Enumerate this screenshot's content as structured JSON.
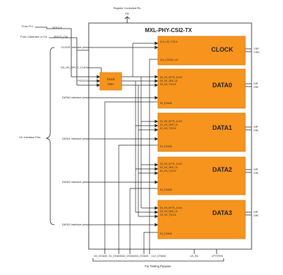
{
  "top_label": "Register Controlled Pin",
  "pd_label": "PD",
  "title": "MXL-PHY-CSI2-TX",
  "left_labels": {
    "from_pll": "From PLL",
    "from_cal": "From Calibrator or CIL",
    "bitclk": "BITCLK",
    "rout_cal": "ROUT_CAL",
    "clock_if": "CLOCK interface pins",
    "d0_hs_split": "D0_HS_SPLIT_CLKS",
    "pdckg": "PDCKG",
    "data0_if": "DATA0 interface pins",
    "cil_if": "CIL Interface Pins",
    "data1_if": "DATA1 interface pins",
    "data2_if": "DATA2 interface pins",
    "data3_if": "DATA3 interface pins"
  },
  "clock_gen": {
    "line1": "Clock",
    "line2": "Gen"
  },
  "blocks": [
    {
      "title": "CLOCK",
      "sigs": [
        "CLK_HS_TXCLK",
        "CLK_DTANG_SS"
      ],
      "out": [
        "CKP",
        "CKN"
      ]
    },
    {
      "title": "DATA0",
      "sigs": [
        "D0_HS_BYTE_CLKS",
        "D0_HS_SER_LD",
        "D0_HS_TXCLK",
        "D0_DTANG"
      ],
      "out": [
        "DIP",
        "DIN"
      ]
    },
    {
      "title": "DATA1",
      "sigs": [
        "D1_HS_BYTE_CLKS",
        "D1_HS_SER_LD",
        "D1_HS_TXCLK",
        "D1_DTANG"
      ],
      "out": [
        "DIP",
        "DIN"
      ]
    },
    {
      "title": "DATA2",
      "sigs": [
        "D2_HS_BYTE_CLKS",
        "D2_HS_SER_LD",
        "D2_HS_TXCLK",
        "D2_DTANG"
      ],
      "out": [
        "DIP",
        "DIN"
      ]
    },
    {
      "title": "DATA3",
      "sigs": [
        "D3_HS_BYTE_CLKS",
        "D3_HS_SER_LD",
        "D3_HS_TXCLK",
        "D3_DTANG"
      ],
      "out": [
        "DIP",
        "DIN"
      ]
    }
  ],
  "bottom_labels": [
    "D0_DTANG",
    "D1_DTANG",
    "D2_DTANG",
    "D3_DTANG",
    "CLK_DTANG",
    "LB_EN",
    "LPTSTEN"
  ],
  "testing": "For Testing Purpose",
  "colors": {
    "block_fill": "#f7941d",
    "block_stroke": "#d47a10",
    "line": "#222222"
  }
}
